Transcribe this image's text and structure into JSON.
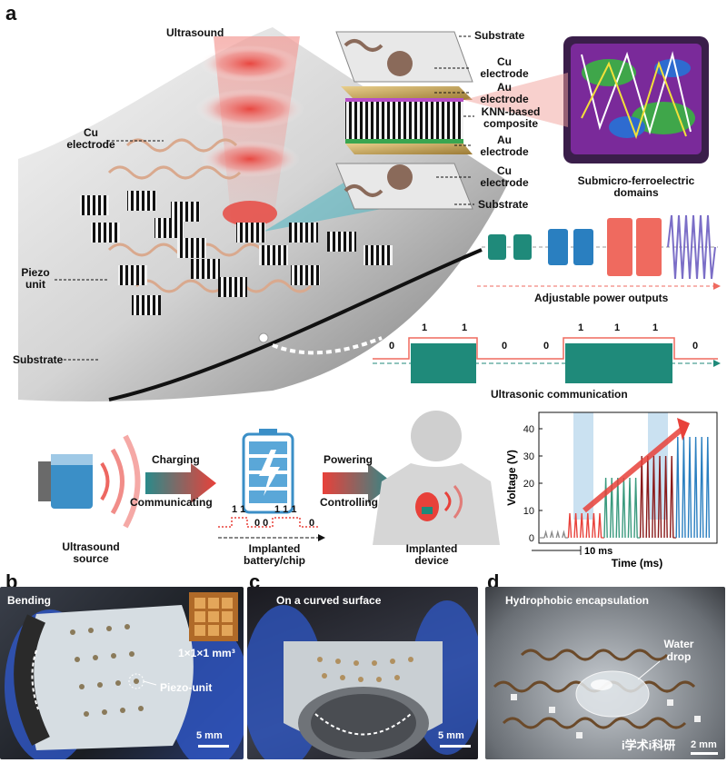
{
  "panel_a": {
    "letter": "a",
    "labels": {
      "ultrasound": "Ultrasound",
      "cu_electrode_left": "Cu\nelectrode",
      "piezo_unit": "Piezo\nunit",
      "substrate_left": "Substrate",
      "substrate_top": "Substrate",
      "cu_electrode_top": "Cu\nelectrode",
      "au_electrode_top": "Au\nelectrode",
      "knn_composite": "KNN-based\ncomposite",
      "au_electrode_bottom": "Au\nelectrode",
      "cu_electrode_bottom": "Cu\nelectrode",
      "substrate_bottom": "Substrate",
      "domains": "Submicro-ferroelectric\ndomains",
      "adjustable": "Adjustable power outputs",
      "ultrasonic_comm": "Ultrasonic communication"
    },
    "bits": [
      "0",
      "1",
      "1",
      "0",
      "0",
      "1",
      "1",
      "1",
      "0"
    ],
    "workflow": {
      "source": "Ultrasound\nsource",
      "charging": "Charging",
      "communicating": "Communicating",
      "bits_a": "1 1",
      "bits_b": "0 0",
      "bits_c": "1 1 1",
      "bits_d": "0",
      "battery": "Implanted\nbattery/chip",
      "powering": "Powering",
      "controlling": "Controlling",
      "device": "Implanted\ndevice"
    }
  },
  "chart_data": {
    "type": "line",
    "ylabel": "Voltage (V)",
    "xlabel": "Time (ms)",
    "ylim": [
      -2,
      46
    ],
    "yticks": [
      0,
      10,
      20,
      30,
      40
    ],
    "annotation": "10 ms",
    "series": [
      {
        "color": "#8a8a8a",
        "peaks": [
          2,
          2,
          2,
          2
        ]
      },
      {
        "color": "#e8413a",
        "peaks": [
          9,
          9,
          9,
          9,
          9,
          9
        ]
      },
      {
        "color": "#3a9a7e",
        "peaks": [
          22,
          22,
          22,
          22,
          22,
          22
        ]
      },
      {
        "color": "#8a1a1a",
        "peaks": [
          30,
          30,
          30,
          30,
          30,
          30
        ]
      },
      {
        "color": "#2a7fc0",
        "peaks": [
          37,
          37,
          37,
          37,
          37,
          37
        ]
      }
    ]
  },
  "panel_b": {
    "letter": "b",
    "title": "Bending",
    "size": "1×1×1 mm³",
    "piezo": "Piezo-unit",
    "scale": "5 mm"
  },
  "panel_c": {
    "letter": "c",
    "title": "On a curved surface",
    "scale": "5 mm"
  },
  "panel_d": {
    "letter": "d",
    "title": "Hydrophobic encapsulation",
    "drop": "Water\ndrop",
    "scale": "2 mm",
    "watermark": "i学术i科研"
  }
}
